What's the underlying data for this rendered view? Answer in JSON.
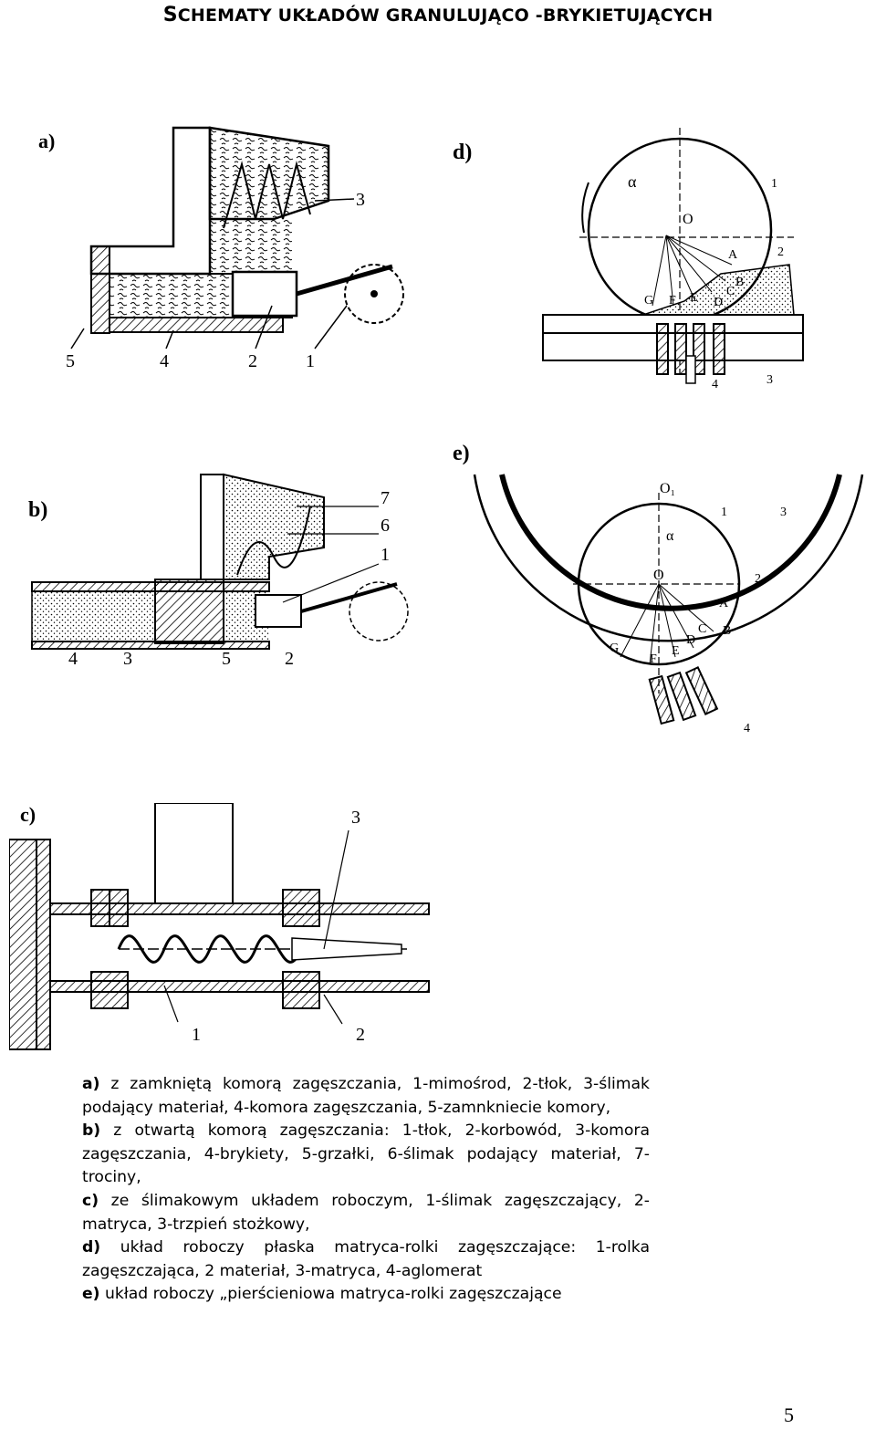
{
  "header": {
    "title_first": "S",
    "title_rest": "CHEMATY UKŁADÓW GRANULUJĄCO -BRYKIETUJĄCYCH"
  },
  "figures": {
    "a": {
      "label": "a)",
      "callouts": [
        "5",
        "4",
        "2",
        "1",
        "3"
      ]
    },
    "b": {
      "label": "b)",
      "callouts": [
        "4",
        "3",
        "5",
        "2",
        "7",
        "6",
        "1"
      ]
    },
    "c": {
      "label": "c)",
      "callouts": [
        "1",
        "2",
        "3"
      ]
    },
    "d": {
      "label": "d)",
      "alpha": "α",
      "center": "O",
      "points": [
        "A",
        "B",
        "C",
        "D",
        "E",
        "F",
        "G"
      ],
      "callouts": [
        "1",
        "2",
        "3",
        "4"
      ]
    },
    "e": {
      "label": "e)",
      "alpha": "α",
      "center": "O",
      "center_top": "O₁",
      "points": [
        "A",
        "B",
        "C",
        "D",
        "E",
        "F",
        "G"
      ],
      "callouts": [
        "1",
        "2",
        "3",
        "4"
      ]
    }
  },
  "caption": [
    {
      "key": "a)",
      "text": " z zamkniętą komorą zagęszczania, 1-mimośrod, 2-tłok, 3-ślimak podający materiał, 4-komora zagęszczania, 5-zamnkniecie komory,"
    },
    {
      "key": "b)",
      "text": " z otwartą komorą zagęszczania: 1-tłok, 2-korbowód, 3-komora zagęszczania, 4-brykiety, 5-grzałki, 6-ślimak podający materiał, 7-trociny,"
    },
    {
      "key": "c)",
      "text": " ze ślimakowym układem roboczym, 1-ślimak zagęszczający, 2-matryca, 3-trzpień stożkowy,"
    },
    {
      "key": "d)",
      "text": " układ roboczy płaska matryca-rolki zagęszczające: 1-rolka zagęszczająca, 2 materiał, 3-matryca, 4-aglomerat"
    },
    {
      "key": "e)",
      "text": " układ roboczy „pierścieniowa matryca-rolki zagęszczające"
    }
  ],
  "page_number": "5"
}
